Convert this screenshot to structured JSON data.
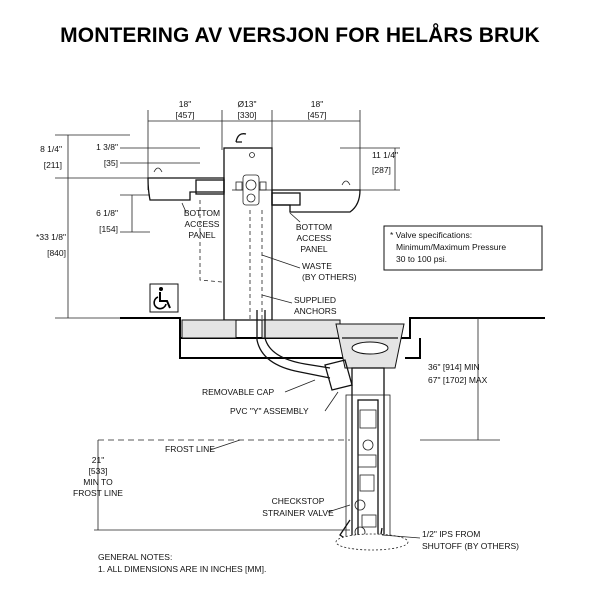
{
  "title": "MONTERING AV VERSJON FOR HELÅRS BRUK",
  "dimensions": {
    "left_width": "18\"",
    "left_width_mm": "[457]",
    "center_dia": "Ø13\"",
    "center_dia_mm": "[330]",
    "right_width": "18\"",
    "right_width_mm": "[457]",
    "left_height_top_frac": "8 1/4\"",
    "left_height_top_mm": "[211]",
    "left_step": "1 3/8\"",
    "left_step_mm": "[35]",
    "right_height": "11 1/4\"",
    "right_height_mm": "[287]",
    "overall_height": "*33 1/8\"",
    "overall_height_mm": "[840]",
    "bowl_depth": "6 1/8\"",
    "bowl_depth_mm": "[154]",
    "bury_depth_line1": "36\" [914] MIN",
    "bury_depth_line2": "67\" [1702] MAX",
    "frost_line1": "21\"",
    "frost_line2": "[533]",
    "frost_line3": "MIN TO",
    "frost_line4": "FROST LINE"
  },
  "labels": {
    "bottom_access_left": [
      "BOTTOM",
      "ACCESS",
      "PANEL"
    ],
    "bottom_access_right": [
      "BOTTOM",
      "ACCESS",
      "PANEL"
    ],
    "waste": [
      "WASTE",
      "(BY OTHERS)"
    ],
    "supplied_anchors": [
      "SUPPLIED",
      "ANCHORS"
    ],
    "removable_cap": "REMOVABLE CAP",
    "pvc_y": "PVC \"Y\" ASSEMBLY",
    "frost_line": "FROST LINE",
    "checkstop": [
      "CHECKSTOP",
      "STRAINER VALVE"
    ],
    "ips": [
      "1/2\" IPS FROM",
      "SHUTOFF (BY OTHERS)"
    ]
  },
  "valve_spec": {
    "line1": "* Valve specifications:",
    "line2": "Minimum/Maximum Pressure",
    "line3": "30 to 100 psi."
  },
  "notes": {
    "heading": "GENERAL NOTES:",
    "line1": "1. ALL DIMENSIONS ARE IN INCHES [MM]."
  },
  "icons": [
    "wheelchair-accessibility-icon"
  ]
}
